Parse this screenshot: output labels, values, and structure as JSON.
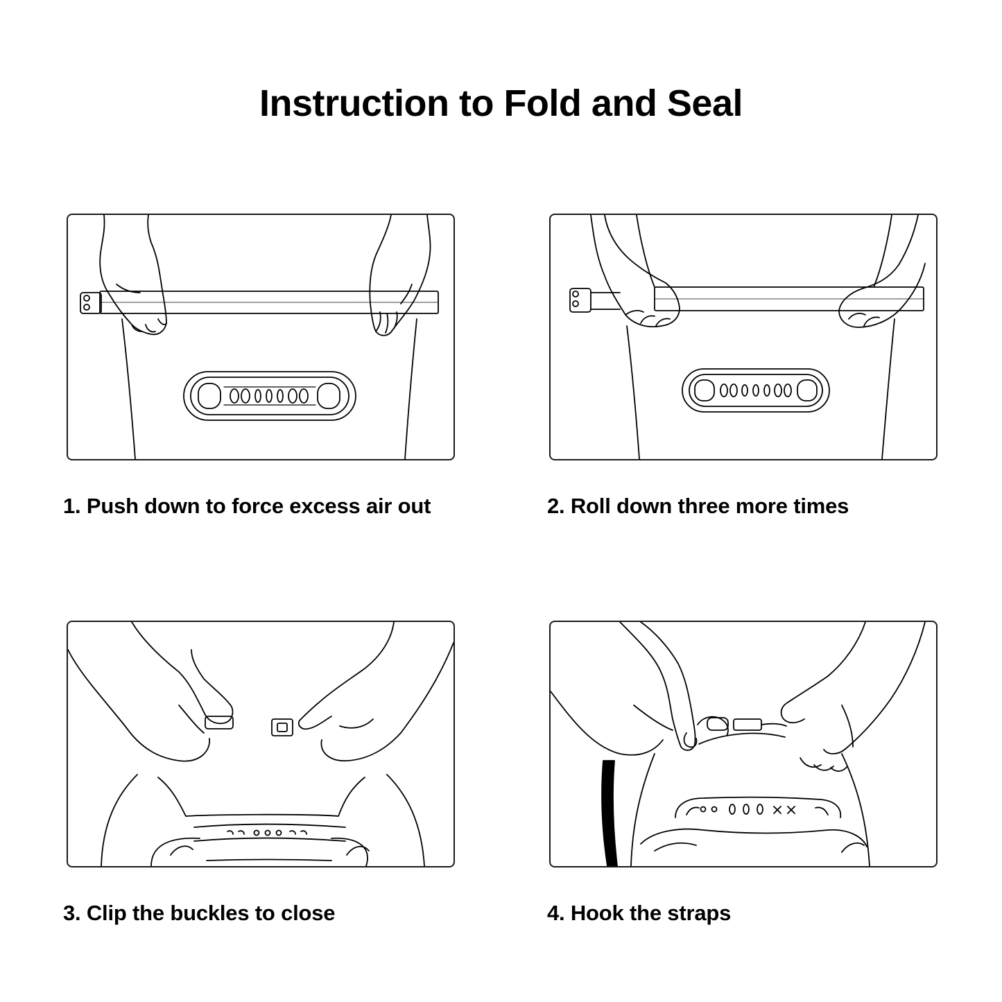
{
  "title": "Instruction to Fold and Seal",
  "steps": [
    {
      "caption": "1. Push down to force excess air out",
      "illustration": "hands-roll-bag-top"
    },
    {
      "caption": "2. Roll down three more times",
      "illustration": "hands-grip-rolled-bag-top"
    },
    {
      "caption": "3. Clip the buckles to close",
      "illustration": "hands-clip-buckles"
    },
    {
      "caption": "4. Hook the straps",
      "illustration": "hands-hook-straps"
    }
  ],
  "colors": {
    "line": "#000000",
    "background": "#ffffff"
  }
}
